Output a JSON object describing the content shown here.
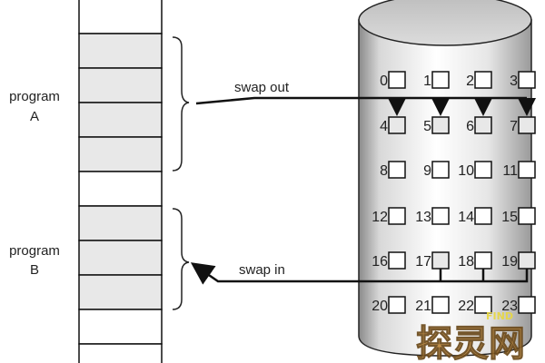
{
  "memory": {
    "rows": [
      {
        "shaded": false
      },
      {
        "shaded": true
      },
      {
        "shaded": true
      },
      {
        "shaded": true
      },
      {
        "shaded": true
      },
      {
        "shaded": false
      },
      {
        "shaded": true
      },
      {
        "shaded": true
      },
      {
        "shaded": true
      },
      {
        "shaded": false
      },
      {
        "shaded": false
      }
    ],
    "program_a": {
      "line1": "program",
      "line2": "A"
    },
    "program_b": {
      "line1": "program",
      "line2": "B"
    }
  },
  "arrows": {
    "swap_out": "swap out",
    "swap_in": "swap in"
  },
  "disk": {
    "blocks": [
      {
        "n": "0",
        "shaded": false
      },
      {
        "n": "1",
        "shaded": false
      },
      {
        "n": "2",
        "shaded": false
      },
      {
        "n": "3",
        "shaded": false
      },
      {
        "n": "4",
        "shaded": true
      },
      {
        "n": "5",
        "shaded": true
      },
      {
        "n": "6",
        "shaded": true
      },
      {
        "n": "7",
        "shaded": true
      },
      {
        "n": "8",
        "shaded": false
      },
      {
        "n": "9",
        "shaded": false
      },
      {
        "n": "10",
        "shaded": false
      },
      {
        "n": "11",
        "shaded": false
      },
      {
        "n": "12",
        "shaded": false
      },
      {
        "n": "13",
        "shaded": false
      },
      {
        "n": "14",
        "shaded": false
      },
      {
        "n": "15",
        "shaded": false
      },
      {
        "n": "16",
        "shaded": false
      },
      {
        "n": "17",
        "shaded": true
      },
      {
        "n": "18",
        "shaded": false
      },
      {
        "n": "19",
        "shaded": true
      },
      {
        "n": "20",
        "shaded": false
      },
      {
        "n": "21",
        "shaded": false
      },
      {
        "n": "22",
        "shaded": false
      },
      {
        "n": "23",
        "shaded": false
      }
    ]
  },
  "colors": {
    "shade": "#e8e8e8",
    "stroke": "#111111"
  },
  "watermark": {
    "main": "探灵网",
    "sub": "FIND"
  }
}
